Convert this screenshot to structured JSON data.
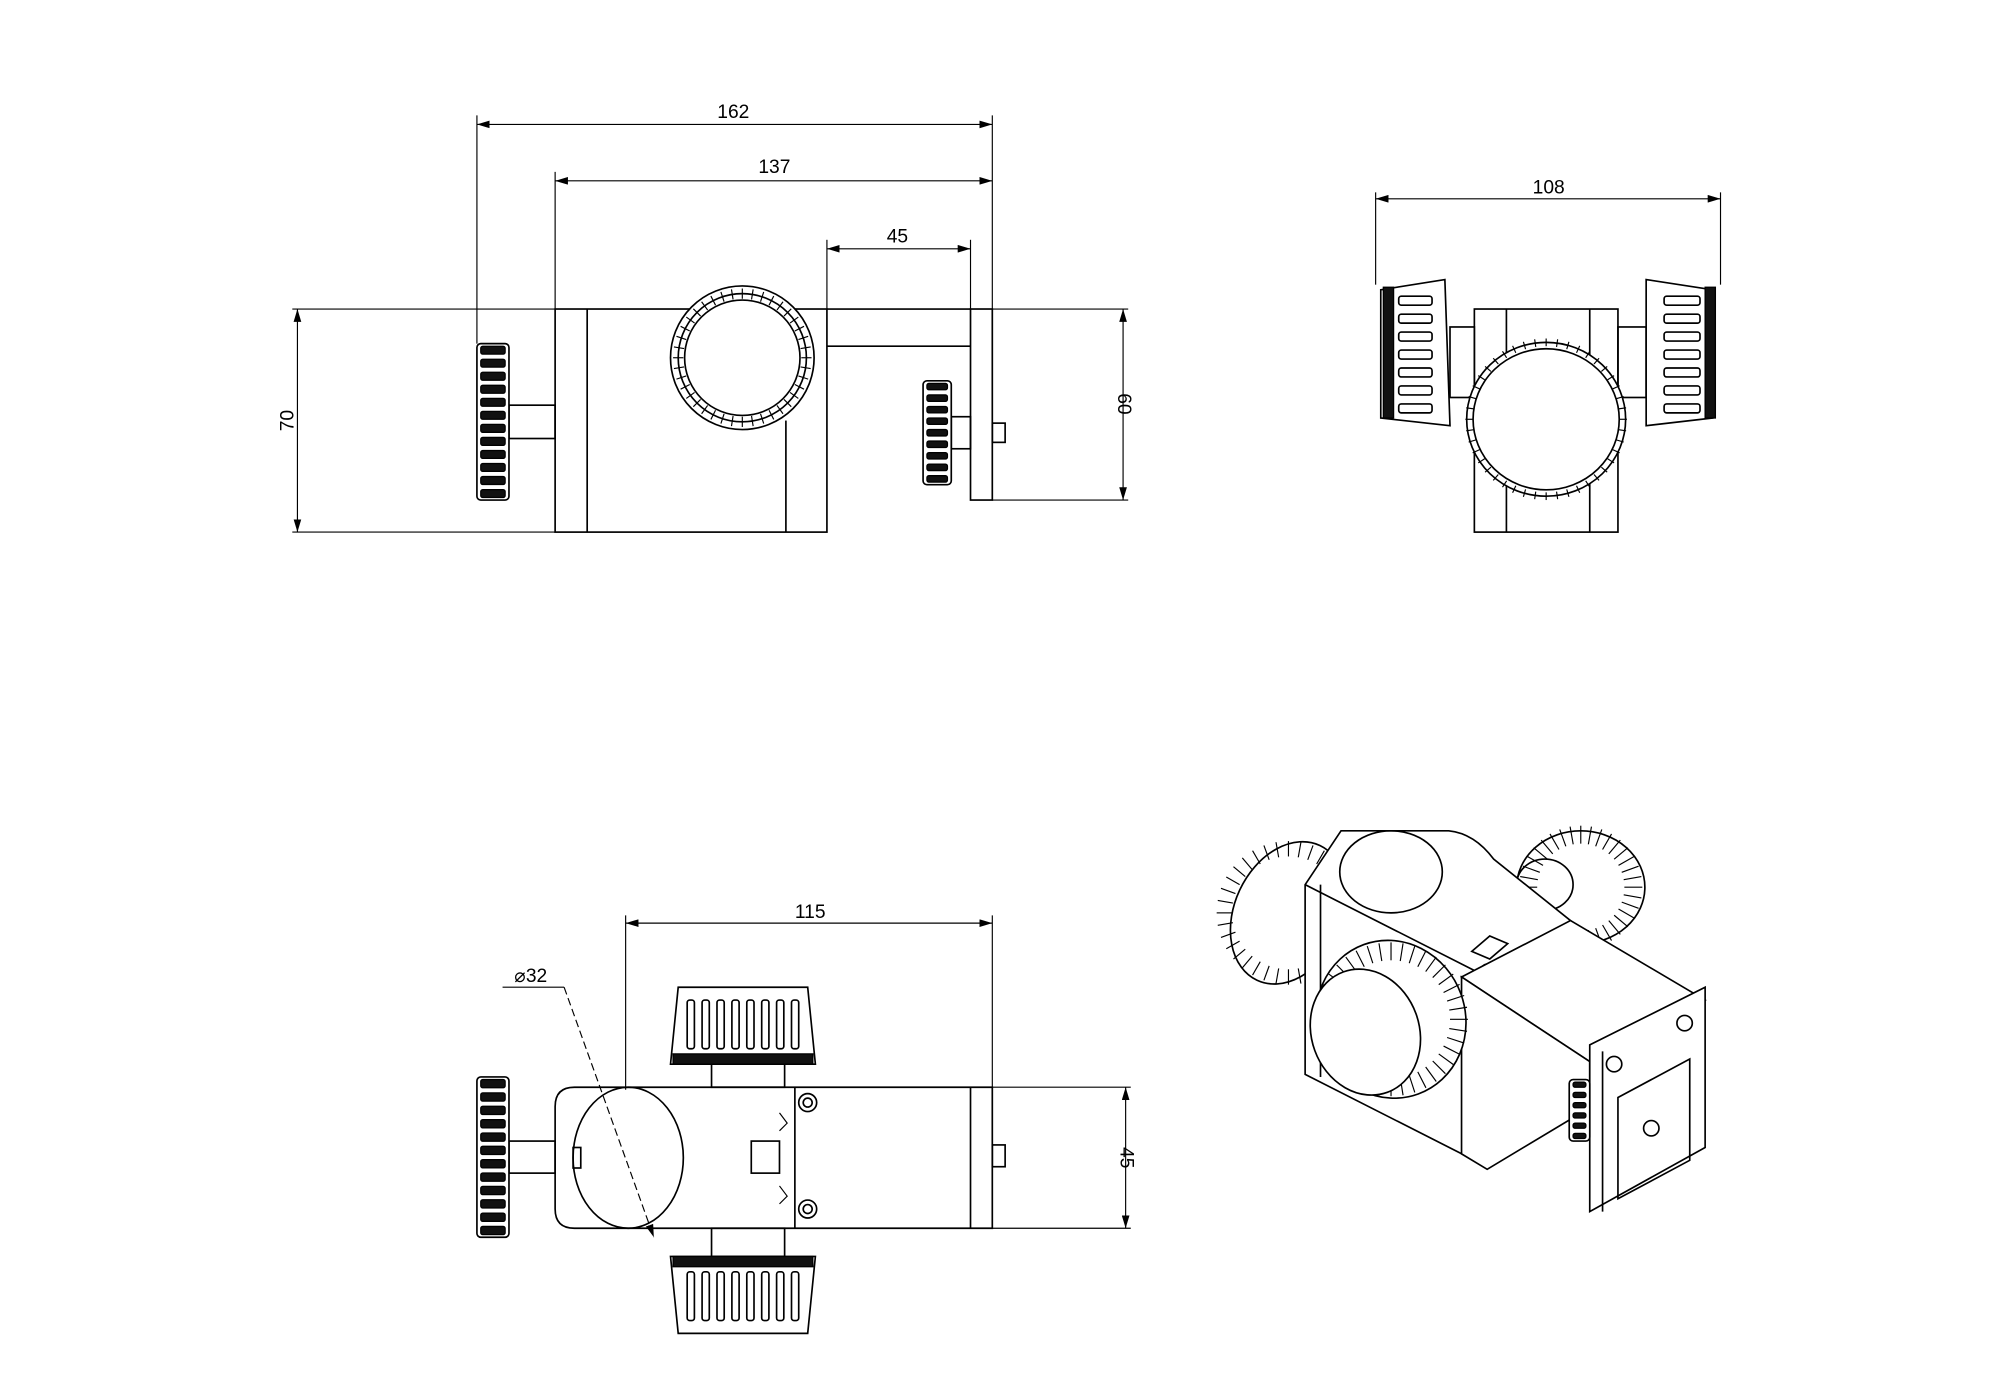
{
  "drawing": {
    "front_view": {
      "overall_width": "162",
      "body_width": "137",
      "arm_length": "45",
      "height": "70",
      "arm_height": "60"
    },
    "side_view": {
      "knob_span": "108"
    },
    "top_view": {
      "length": "115",
      "bore_diameter": "⌀32",
      "depth": "45"
    },
    "line_color": "#000000",
    "background": "#ffffff"
  }
}
